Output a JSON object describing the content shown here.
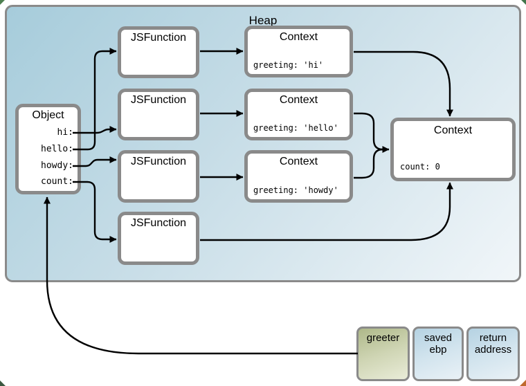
{
  "heap": {
    "label": "Heap"
  },
  "object": {
    "title": "Object",
    "fields": [
      {
        "label": "hi:"
      },
      {
        "label": "hello:"
      },
      {
        "label": "howdy:"
      },
      {
        "label": "count:"
      }
    ]
  },
  "jsfunctions": [
    {
      "title": "JSFunction"
    },
    {
      "title": "JSFunction"
    },
    {
      "title": "JSFunction"
    },
    {
      "title": "JSFunction"
    }
  ],
  "contexts": [
    {
      "title": "Context",
      "body": "greeting: 'hi'"
    },
    {
      "title": "Context",
      "body": "greeting: 'hello'"
    },
    {
      "title": "Context",
      "body": "greeting: 'howdy'"
    }
  ],
  "shared_context": {
    "title": "Context",
    "body": "count: 0"
  },
  "stack": [
    {
      "label": "greeter",
      "kind": "green"
    },
    {
      "label": "saved ebp",
      "kind": "blue"
    },
    {
      "label": "return address",
      "kind": "blue"
    }
  ],
  "colors": {
    "heap_gradient_start": "#a6ccdb",
    "heap_gradient_end": "#f1f6f9",
    "box_border": "#8a8a8a",
    "box_fill": "#ffffff",
    "greeter_gradient_start": "#aeb889",
    "greeter_gradient_end": "#e9ecd8",
    "stack_blue_gradient_start": "#b5d2e2",
    "stack_blue_gradient_end": "#e9f1f6",
    "arrow": "#000000"
  }
}
